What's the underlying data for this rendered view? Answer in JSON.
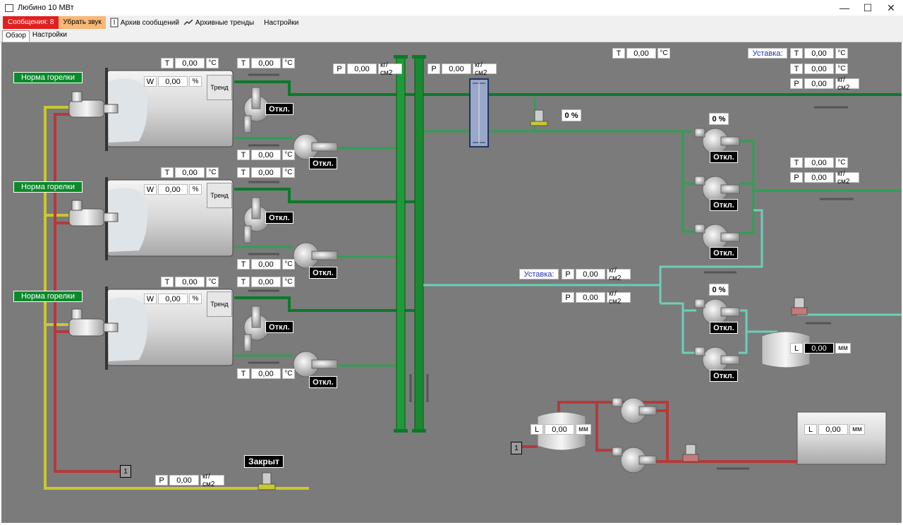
{
  "window": {
    "title": "Любино 10 МВт",
    "minimize": "—",
    "maximize": "☐",
    "close": "✕"
  },
  "toolbar": {
    "messages": "Сообщения: 8",
    "mute": "Убрать звук",
    "archive_messages": "Архив сообщений",
    "archive_trends": "Архивные тренды",
    "settings": "Настройки"
  },
  "tabs": [
    "Обзор",
    "Настройки"
  ],
  "labels": {
    "T": "T",
    "W": "W",
    "P": "P",
    "L": "L",
    "degC": "°С",
    "pct": "%",
    "kgcm": "кг/см2",
    "mm": "мм",
    "trend": "Тренд",
    "otkl": "Откл.",
    "burner": "Норма горелки",
    "ustavka": "Уставка:",
    "closed": "Закрыт",
    "one": "1"
  },
  "boilers": [
    {
      "t_top": "0,00",
      "w": "0,00",
      "t_out": "0,00",
      "t_ret": "0,00"
    },
    {
      "t_top": "0,00",
      "w": "0,00",
      "t_out": "0,00",
      "t_ret": "0,00"
    },
    {
      "t_top": "0,00",
      "w": "0,00",
      "t_out": "0,00",
      "t_ret": "0,00"
    }
  ],
  "values": {
    "p_header1": "0,00",
    "p_header2": "0,00",
    "t_top": "0,00",
    "ust_t1": "0,00",
    "ust_t2": "0,00",
    "ust_p": "0,00",
    "valve_pct": "0 %",
    "pump_group1_pct": "0 %",
    "pump_group2_pct": "0 %",
    "t_right": "0,00",
    "p_right": "0,00",
    "ust_p_mid": "0,00",
    "p_mid2": "0,00",
    "l_tank_mid": "0,00",
    "l_tank_bottom": "0,00",
    "l_tank_right": "0,00",
    "p_gas": "0,00"
  },
  "colors": {
    "green": "#0b7a2a",
    "red": "#b43a3a",
    "yellow": "#c8c832",
    "cyan": "#6ccfb8",
    "bg": "#7b7b7b"
  }
}
